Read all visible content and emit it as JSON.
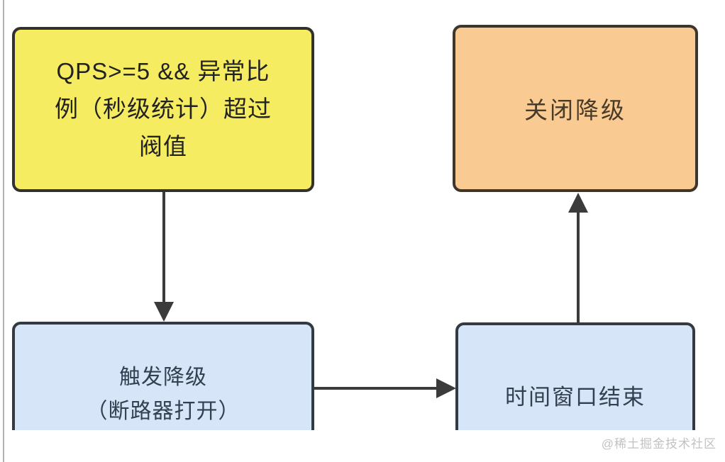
{
  "nodes": {
    "condition": {
      "label": "QPS>=5 && 异常比\n例（秒级统计）超过\n阀值",
      "fill": "#f5ec62",
      "border": "#333130",
      "text_color": "#222222"
    },
    "close_degrade": {
      "label": "关闭降级",
      "fill": "#f9ca92",
      "border": "#3e352b",
      "text_color": "#4a3b29"
    },
    "trigger_degrade": {
      "label": "触发降级\n（断路器打开）",
      "fill": "#d6e5f8",
      "border": "#343a42",
      "text_color": "#32404f"
    },
    "window_end": {
      "label": "时间窗口结束",
      "fill": "#d6e5f8",
      "border": "#343a42",
      "text_color": "#32404f"
    }
  },
  "edges": [
    {
      "from": "condition",
      "to": "trigger_degrade",
      "direction": "down"
    },
    {
      "from": "trigger_degrade",
      "to": "window_end",
      "direction": "right"
    },
    {
      "from": "window_end",
      "to": "close_degrade",
      "direction": "up"
    }
  ],
  "watermark": {
    "text": "@稀土掘金技术社区",
    "color": "#c2c2c2"
  },
  "colors": {
    "background": "#ffffff",
    "arrow": "#3b3b3b",
    "left_rule": "#b3b3b3"
  }
}
